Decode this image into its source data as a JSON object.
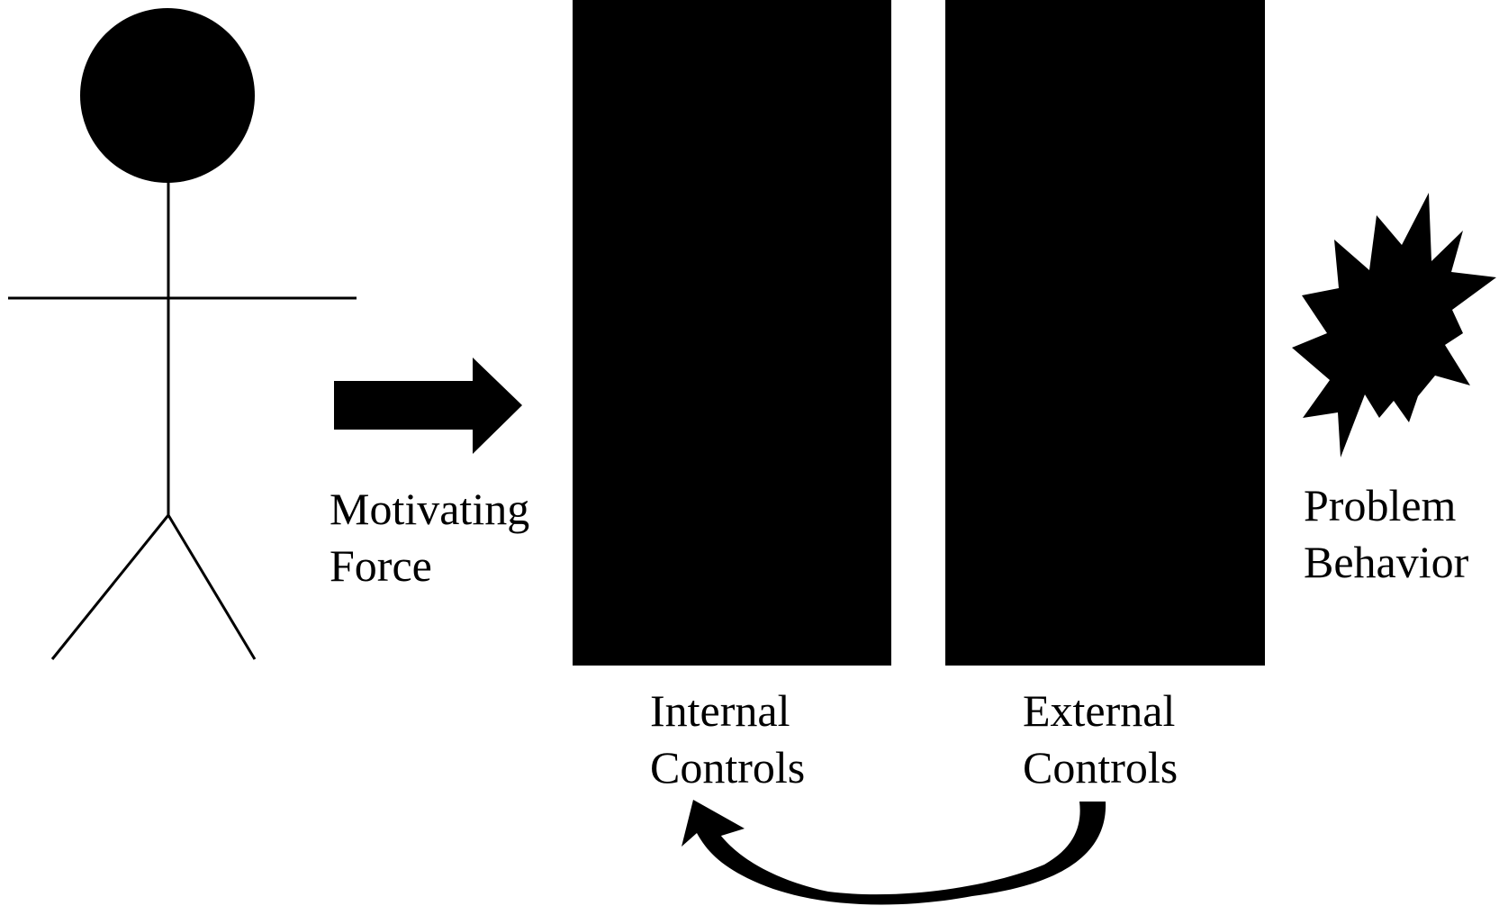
{
  "labels": {
    "motivating_force": [
      "Motivating",
      "Force"
    ],
    "problem_behavior": [
      "Problem",
      "Behavior"
    ],
    "internal_controls": [
      "Internal",
      "Controls"
    ],
    "external_controls": [
      "External",
      "Controls"
    ]
  },
  "colors": {
    "foreground": "#000000",
    "background": "#ffffff"
  },
  "icons": {
    "person": "stick-figure-icon",
    "force_arrow": "right-arrow-icon",
    "behavior_burst": "starburst-icon",
    "feedback_arrow": "curved-arrow-icon"
  }
}
